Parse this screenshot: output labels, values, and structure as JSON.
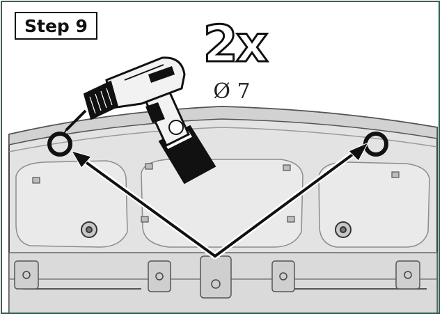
{
  "step": {
    "label": "Step 9"
  },
  "quantity": {
    "label": "2x"
  },
  "drill_size": {
    "label": "Ø 7"
  },
  "icons": [
    "drill-icon",
    "hole-marker-icon",
    "arrow-icon"
  ],
  "colors": {
    "frame": "#1f6e5a",
    "part": "#e4e4e4",
    "outline": "#111111",
    "marker": "#111111"
  }
}
